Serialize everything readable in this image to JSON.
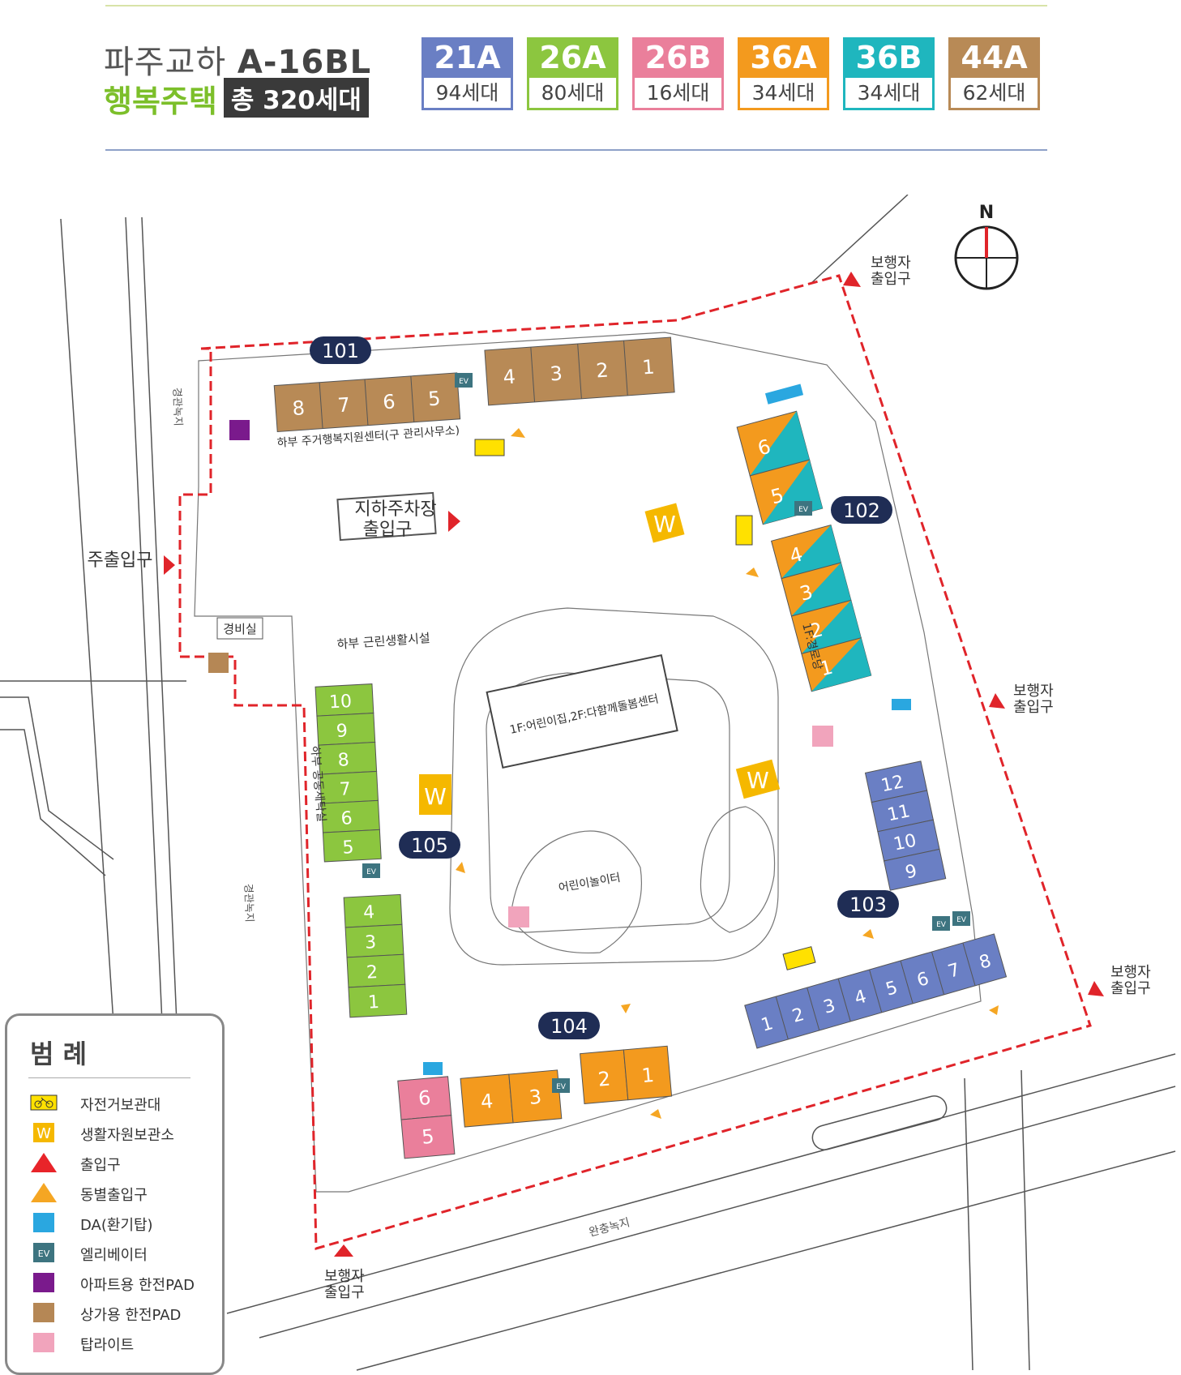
{
  "header": {
    "title_line1": "파주교하",
    "title_block": "A-16BL",
    "title_line2": "행복주택",
    "total": "총 320세대"
  },
  "unit_types": [
    {
      "type": "21A",
      "count": "94세대",
      "color": "#6a7fc4"
    },
    {
      "type": "26A",
      "count": "80세대",
      "color": "#8cc63f"
    },
    {
      "type": "26B",
      "count": "16세대",
      "color": "#ea7f9b"
    },
    {
      "type": "36A",
      "count": "34세대",
      "color": "#f39a1e"
    },
    {
      "type": "36B",
      "count": "34세대",
      "color": "#1fb6be"
    },
    {
      "type": "44A",
      "count": "62세대",
      "color": "#b88a56"
    }
  ],
  "map": {
    "compass": "N",
    "buildings": {
      "b101": {
        "label": "101",
        "units": [
          "8",
          "7",
          "6",
          "5",
          "4",
          "3",
          "2",
          "1"
        ],
        "note": "하부 주거행복지원센터(구 관리사무소)"
      },
      "b102": {
        "label": "102",
        "units": [
          "6",
          "5",
          "4",
          "3",
          "2",
          "1"
        ],
        "note": "1F:경로당"
      },
      "b103": {
        "label": "103",
        "units": [
          "12",
          "11",
          "10",
          "9",
          "8",
          "7",
          "6",
          "5",
          "4",
          "3",
          "2",
          "1"
        ]
      },
      "b104": {
        "label": "104",
        "units": [
          "6",
          "5",
          "4",
          "3",
          "2",
          "1"
        ]
      },
      "b105": {
        "label": "105",
        "units": [
          "10",
          "9",
          "8",
          "7",
          "6",
          "5",
          "4",
          "3",
          "2",
          "1"
        ],
        "note": "하부 공동세탁실"
      }
    },
    "labels": {
      "parking_entrance": "지하주차장 출입구",
      "main_entrance": "주출입구",
      "guard_room": "경비실",
      "neighborhood": "하부 근린생활시설",
      "community_center": "1F:어린이집,2F:다함께돌봄센터",
      "playground": "어린이놀이터",
      "green_left": "경관녹지",
      "green_left2": "경관녹지",
      "green_bottom": "완충녹지",
      "pedestrian": "보행자\n출입구",
      "recycle": "W",
      "ev": "EV"
    }
  },
  "legend": {
    "title": "범 례",
    "items": [
      {
        "label": "자전거보관대",
        "icon": "bicycle-icon",
        "color": "#ffe100"
      },
      {
        "label": "생활자원보관소",
        "icon": "w-icon",
        "color": "#f5b800"
      },
      {
        "label": "출입구",
        "icon": "red-triangle-icon",
        "color": "#e8242a"
      },
      {
        "label": "동별출입구",
        "icon": "orange-triangle-icon",
        "color": "#f5a623"
      },
      {
        "label": "DA(환기탑)",
        "icon": "vent-icon",
        "color": "#2aa7e0"
      },
      {
        "label": "엘리베이터",
        "icon": "ev-icon",
        "color": "#3d7480"
      },
      {
        "label": "아파트용 한전PAD",
        "icon": "apt-pad-icon",
        "color": "#7a1a8c"
      },
      {
        "label": "상가용 한전PAD",
        "icon": "commercial-pad-icon",
        "color": "#b58755"
      },
      {
        "label": "탑라이트",
        "icon": "toplight-icon",
        "color": "#f1a4bc"
      }
    ]
  }
}
